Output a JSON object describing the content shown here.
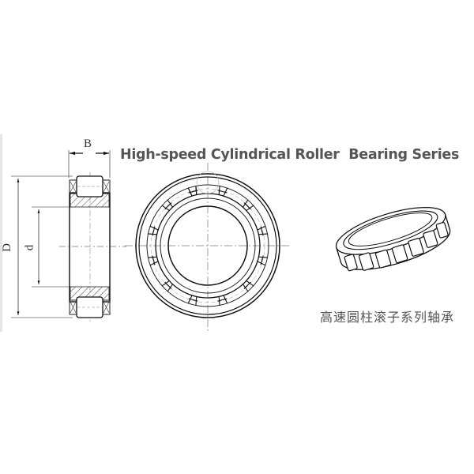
{
  "title": "High-speed Cylindrical Roller  Bearing Series",
  "caption_cn": "高速圆柱滚子系列轴承",
  "dimensions": {
    "width_label": "B",
    "outer_diameter_label": "D",
    "inner_diameter_label": "d"
  },
  "views": [
    {
      "name": "cross-section-side-view"
    },
    {
      "name": "front-view"
    },
    {
      "name": "isometric-3d-view"
    }
  ],
  "colors": {
    "line": "#222222",
    "title_text": "#555555",
    "centerline": "#777777"
  }
}
